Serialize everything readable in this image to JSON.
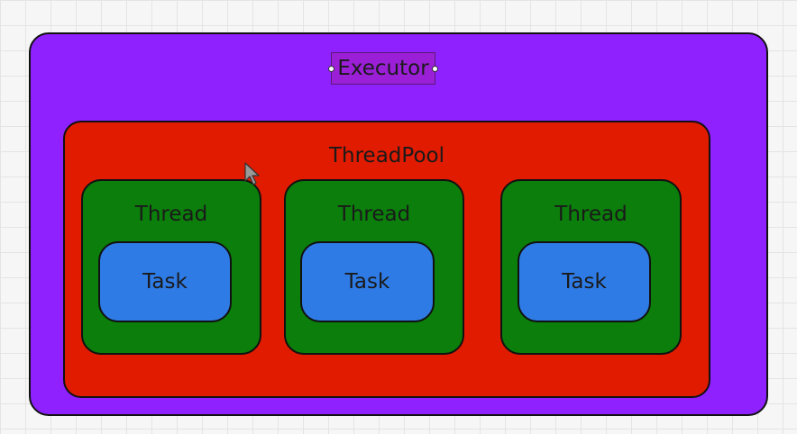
{
  "executor": {
    "label": "Executor",
    "color": "#8f21ff"
  },
  "thread_pool": {
    "label": "ThreadPool",
    "color": "#e01b00"
  },
  "threads": [
    {
      "label": "Thread",
      "task": {
        "label": "Task"
      }
    },
    {
      "label": "Thread",
      "task": {
        "label": "Task"
      }
    },
    {
      "label": "Thread",
      "task": {
        "label": "Task"
      }
    }
  ],
  "colors": {
    "thread": "#0b7e0b",
    "task": "#2e7be6",
    "outline": "#111111"
  },
  "icons": [
    "mouse-cursor-icon"
  ]
}
